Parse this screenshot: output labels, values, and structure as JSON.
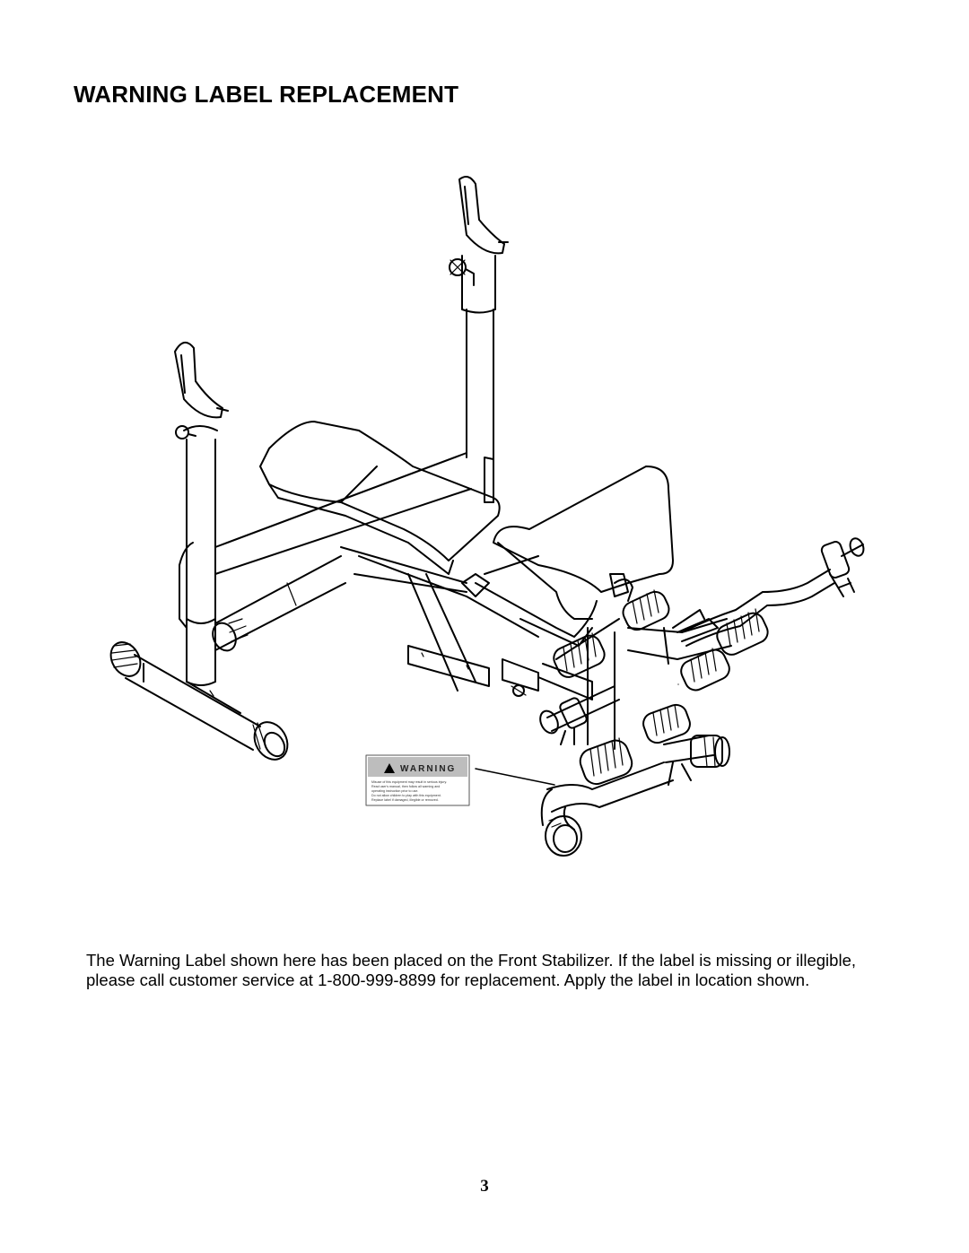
{
  "page": {
    "title": "WARNING LABEL REPLACEMENT",
    "body": "The Warning Label shown here has been placed on the Front Stabilizer. If the label is missing or illegible, please call customer service at 1-800-999-8899 for replacement. Apply the label in location shown.",
    "page_number": "3"
  },
  "warning_label": {
    "heading": "WARNING",
    "lines": [
      "Misuse of this equipment may result in serious injury.",
      "Read user's manual, then follow all warning and",
      "operating instruction prior to use.",
      "Do not allow children to play with this equipment.",
      "Replace label if damaged, illegible or removed."
    ]
  }
}
